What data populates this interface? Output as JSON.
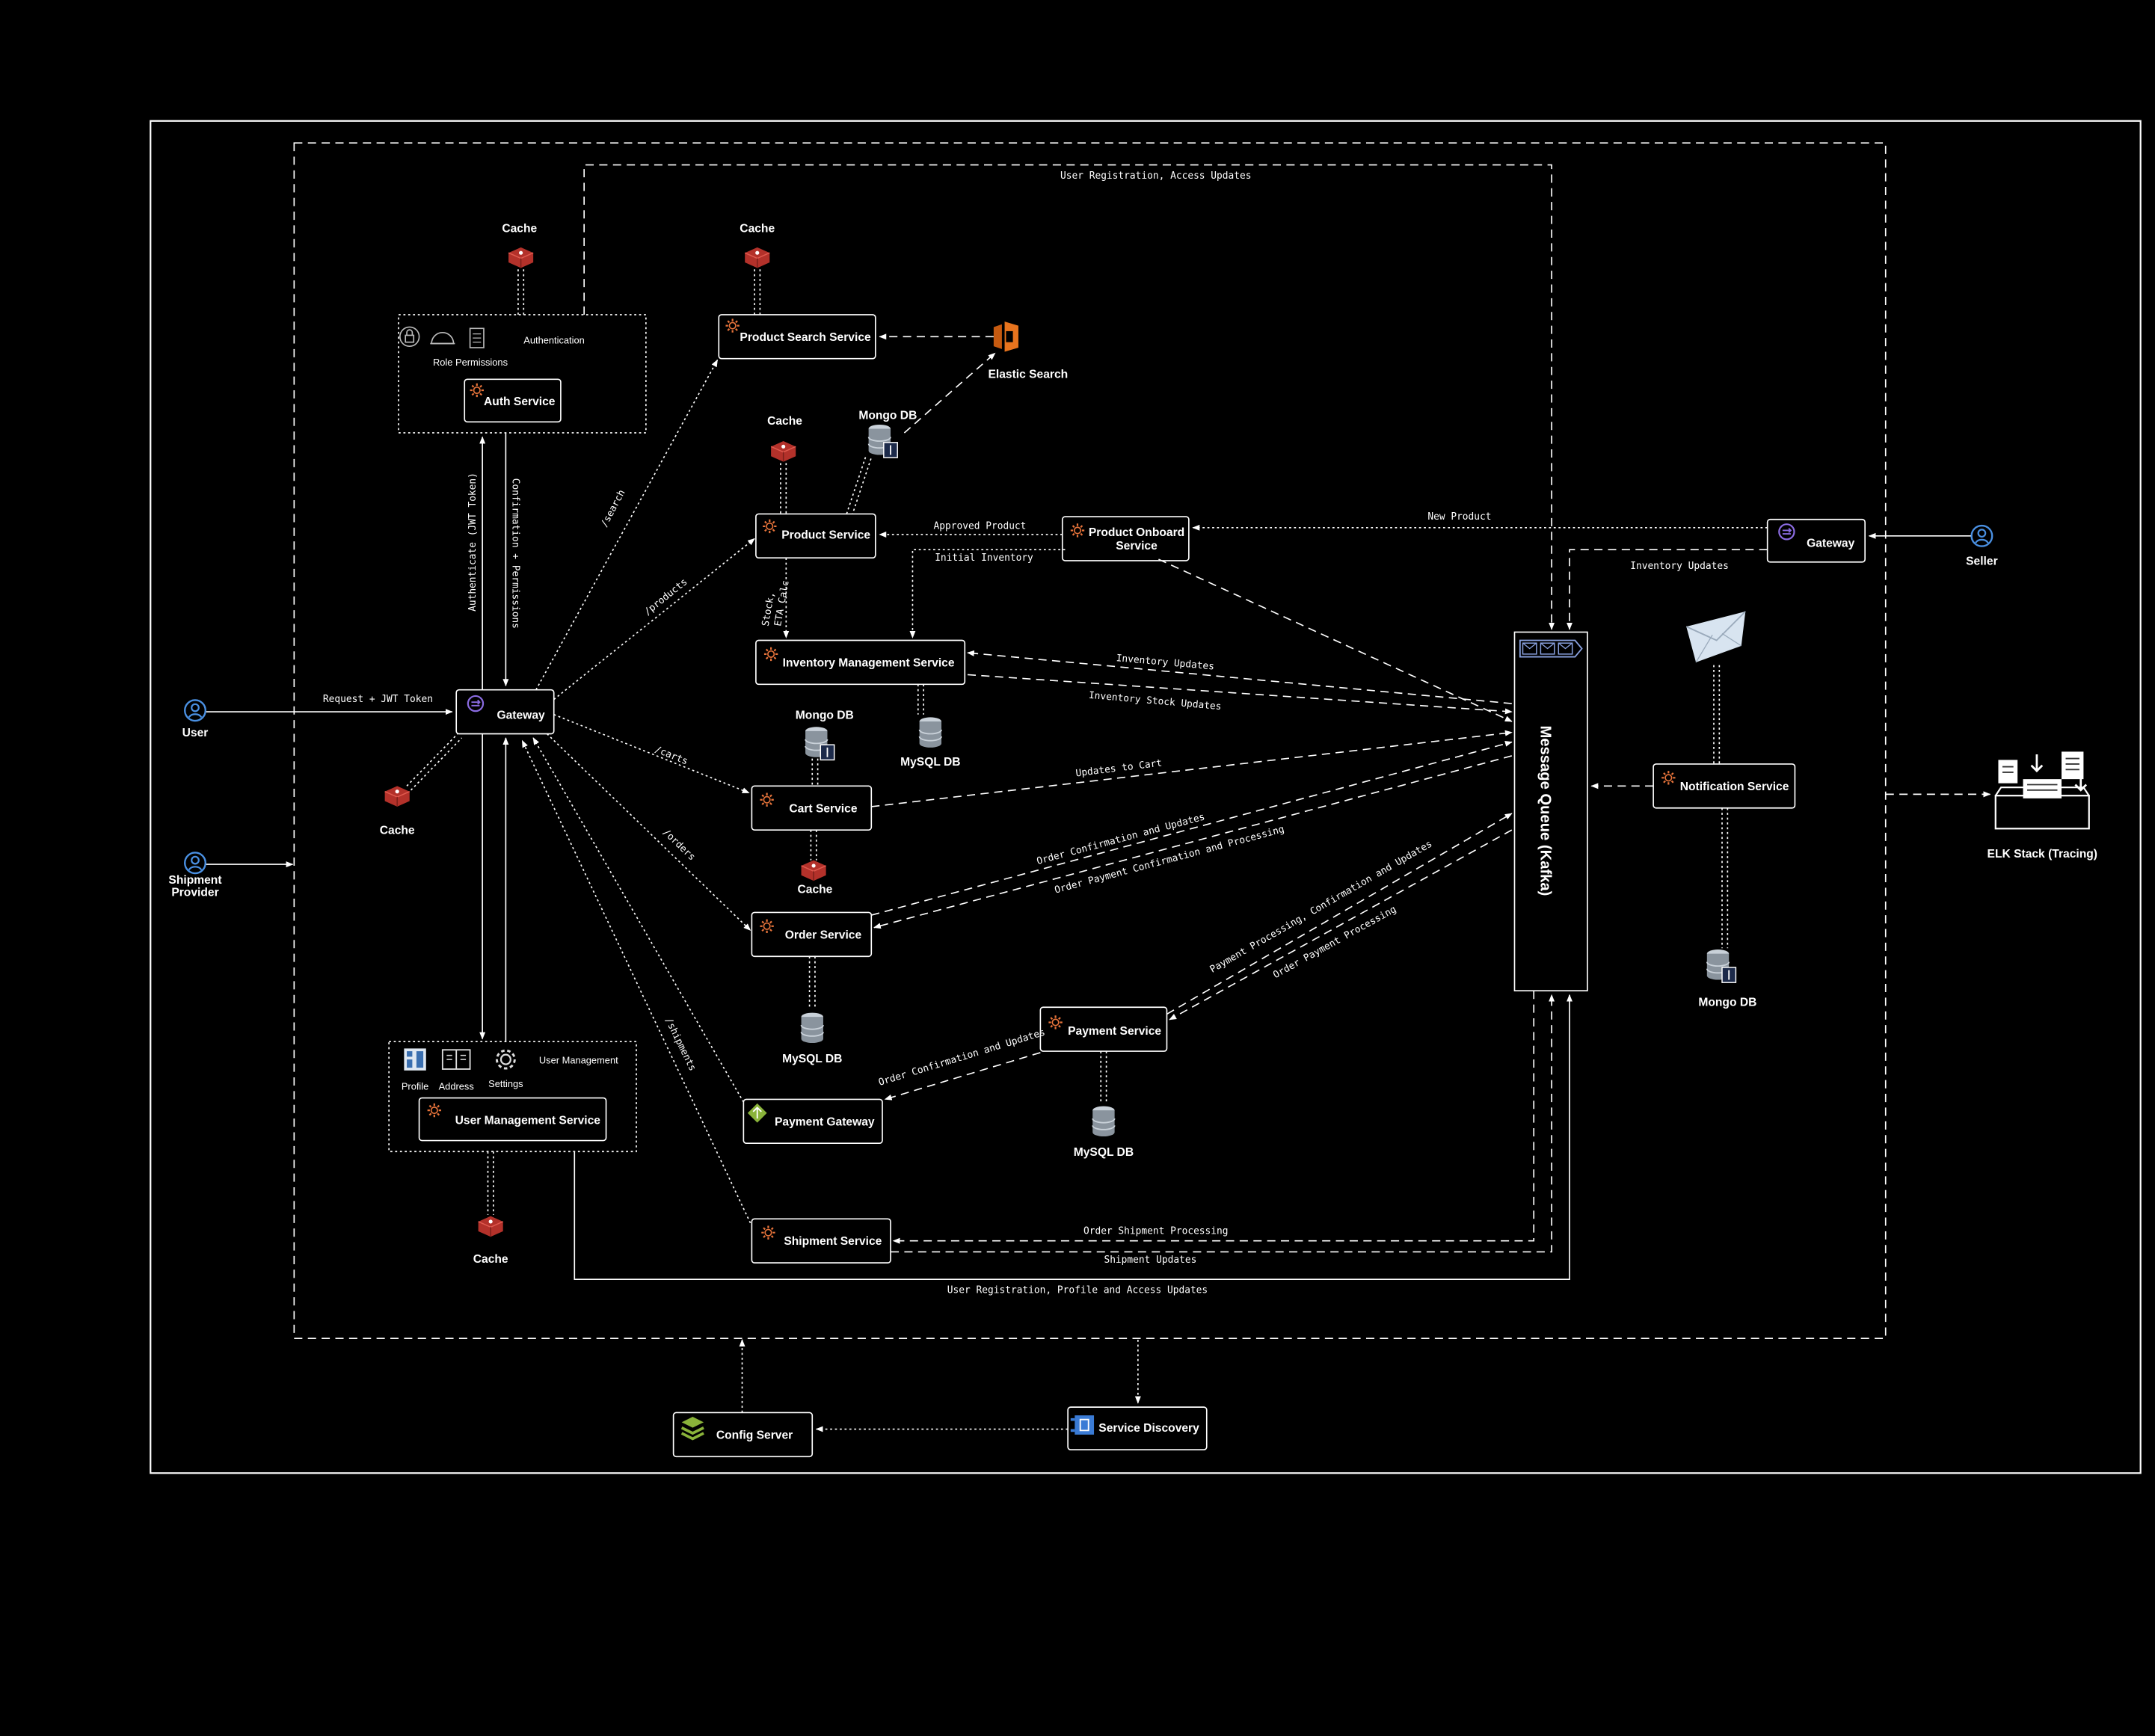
{
  "labels": {
    "user": "User",
    "shipment_provider": "Shipment Provider",
    "seller": "Seller",
    "gateway_main": "Gateway",
    "gateway_seller": "Gateway",
    "auth_service": "Auth Service",
    "authentication": "Authentication",
    "role_permissions": "Role Permissions",
    "product_search_service": "Product Search Service",
    "elastic_search": "Elastic Search",
    "product_service": "Product Service",
    "product_onboard_service": "Product Onboard Service",
    "inventory_management_service": "Inventory Management Service",
    "cart_service": "Cart Service",
    "order_service": "Order Service",
    "payment_service": "Payment Service",
    "payment_gateway": "Payment Gateway",
    "shipment_service": "Shipment Service",
    "user_management": "User Management",
    "user_management_service": "User Management Service",
    "profile": "Profile",
    "address": "Address",
    "settings": "Settings",
    "message_queue": "Message Queue (Kafka)",
    "notification_service": "Notification Service",
    "elk_stack": "ELK Stack (Tracing)",
    "config_server": "Config Server",
    "service_discovery": "Service Discovery",
    "cache": "Cache",
    "mongo_db": "Mongo DB",
    "mysql_db": "MySQL DB"
  },
  "edges": {
    "user_registration_access": "User Registration, Access Updates",
    "request_jwt": "Request + JWT Token",
    "authenticate_jwt": "Authenticate (JWT Token)",
    "confirmation_permissions": "Confirmation + Permissions",
    "search": "/search",
    "products": "/products",
    "carts": "/carts",
    "orders": "/orders",
    "shipments": "/shipments",
    "approved_product": "Approved Product",
    "initial_inventory": "Initial Inventory",
    "new_product": "New Product",
    "inventory_updates_seller": "Inventory Updates",
    "stock_eta_line1": "Stock,",
    "stock_eta_line2": "ETA Calc",
    "inventory_updates": "Inventory Updates",
    "inventory_stock_updates": "Inventory Stock Updates",
    "updates_to_cart": "Updates to Cart",
    "order_confirmation_updates": "Order Confirmation and Updates",
    "order_payment_confirmation": "Order Payment Confirmation and Processing",
    "payment_processing_confirmation": "Payment Processing, Confirmation and Updates",
    "order_payment_processing": "Order Payment Processing",
    "order_confirmation_updates_pg": "Order Confirmation and Updates",
    "order_shipment_processing": "Order Shipment Processing",
    "shipment_updates": "Shipment Updates",
    "user_registration_profile": "User Registration, Profile and Access Updates"
  },
  "colors": {
    "background": "#000000",
    "line": "#ffffff",
    "user_icon": "#4a90e2",
    "service_gear": "#e8743b",
    "cache_red": "#c0392b",
    "elastic_orange": "#e8741e",
    "gateway_purple": "#8a6be0",
    "config_green": "#8ab33a",
    "discovery_blue": "#3a7bd5",
    "db_grey": "#b0b8c0"
  },
  "icons": [
    "user-icon",
    "seller-icon",
    "shipment-provider-icon",
    "gateway-icon",
    "service-gear-icon",
    "cache-icon",
    "mongo-db-icon",
    "mysql-db-icon",
    "elastic-search-icon",
    "envelope-icon",
    "message-queue-icon",
    "elk-stack-icon",
    "config-server-icon",
    "service-discovery-icon",
    "payment-gateway-icon",
    "lock-icon",
    "helmet-icon",
    "checklist-icon",
    "profile-icon",
    "address-book-icon",
    "settings-gear-icon"
  ]
}
